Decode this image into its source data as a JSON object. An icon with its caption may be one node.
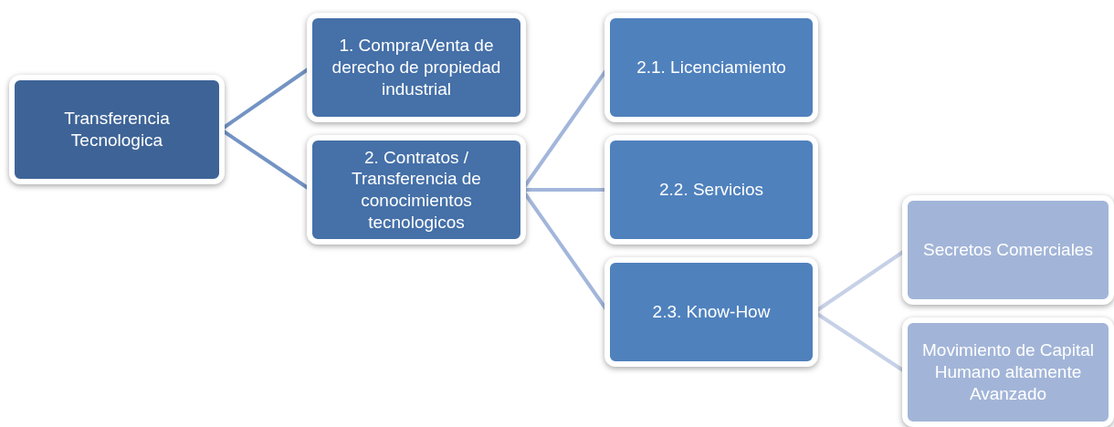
{
  "diagram": {
    "nodes": [
      {
        "text": [
          "Transferencia Tecnologica"
        ]
      },
      {
        "text": [
          "1. Compra/Venta de derecho de propiedad industrial"
        ]
      },
      {
        "text": [
          "2. Contratos / Transferencia de conocimientos tecnologicos"
        ]
      },
      {
        "text": [
          "2.1. Licenciamiento"
        ]
      },
      {
        "text": [
          "2.2. Servicios"
        ]
      },
      {
        "text": [
          "2.3. Know-How"
        ]
      },
      {
        "text": [
          "Secretos Comerciales"
        ]
      },
      {
        "text": [
          "Movimiento de Capital Humano altamente Avanzado"
        ]
      }
    ],
    "edges": [
      {
        "from": 0,
        "to": 1,
        "arrow": "none",
        "color": "#7393c4"
      },
      {
        "from": 0,
        "to": 2,
        "arrow": "none",
        "color": "#7393c4"
      },
      {
        "from": 2,
        "to": 3,
        "arrow": "none"
      },
      {
        "from": 2,
        "to": 4,
        "arrow": "none"
      },
      {
        "from": 2,
        "to": 5,
        "arrow": "none"
      },
      {
        "from": 5,
        "to": 6,
        "arrow": "none",
        "color": "#c6d1e7"
      },
      {
        "from": 5,
        "to": 7,
        "arrow": "none",
        "color": "#c6d1e7"
      }
    ]
  }
}
